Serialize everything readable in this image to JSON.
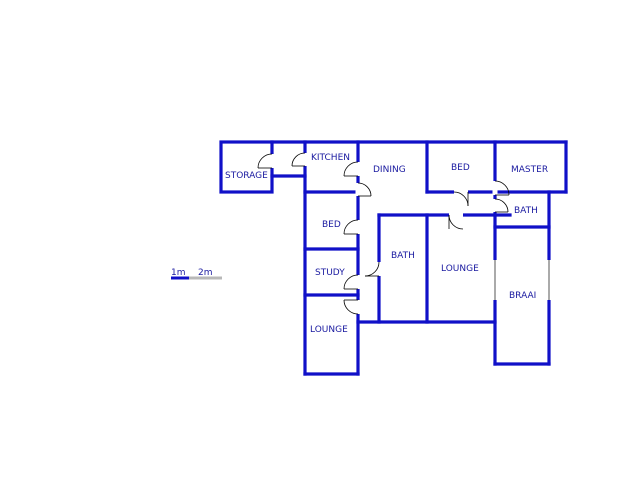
{
  "rooms": {
    "storage": "STORAGE",
    "kitchen": "KITCHEN",
    "dining": "DINING",
    "bed_top": "BED",
    "master": "MASTER",
    "bath_right": "BATH",
    "bed_left": "BED",
    "bath_mid": "BATH",
    "lounge_mid": "LOUNGE",
    "study": "STUDY",
    "braai": "BRAAI",
    "lounge_bottom": "LOUNGE"
  },
  "scale": {
    "label_1": "1m",
    "label_2": "2m"
  },
  "colors": {
    "wall": "#1010c8",
    "label": "#1a1aa0",
    "scale_primary": "#1010c8",
    "scale_secondary": "#b8b8b8"
  }
}
